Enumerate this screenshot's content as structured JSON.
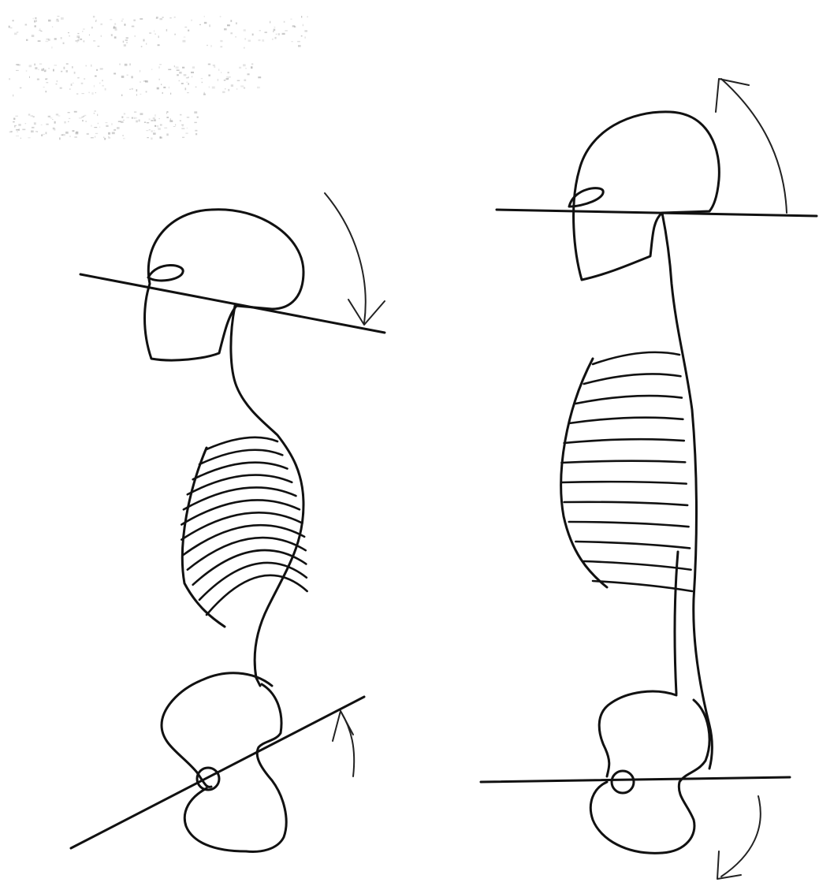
{
  "figure": {
    "panels": [
      {
        "id": "left",
        "posture": "flexed",
        "head_rotation": "clockwise",
        "pelvis_rotation": "counterclockwise",
        "rib_count": 12
      },
      {
        "id": "right",
        "posture": "extended",
        "head_rotation": "counterclockwise",
        "pelvis_rotation": "clockwise",
        "rib_count": 12
      }
    ],
    "line_color": "#111111",
    "background": "#ffffff"
  }
}
